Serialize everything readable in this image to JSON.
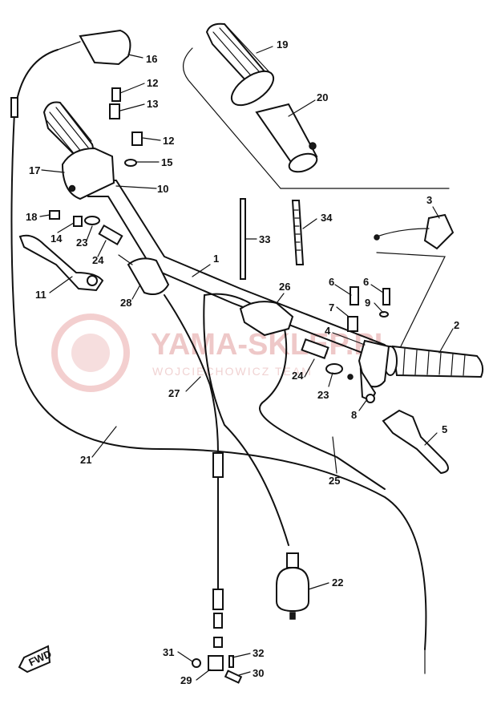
{
  "watermark": {
    "brand": "YAMA-SKLEP.PL",
    "subtitle": "WOJCIECHOWICZ TEAM"
  },
  "direction_marker": "FWD",
  "callouts": {
    "p1": "1",
    "p2": "2",
    "p3": "3",
    "p4": "4",
    "p5": "5",
    "p6a": "6",
    "p6b": "6",
    "p7": "7",
    "p8": "8",
    "p9": "9",
    "p10": "10",
    "p11": "11",
    "p12a": "12",
    "p12b": "12",
    "p13": "13",
    "p14": "14",
    "p15": "15",
    "p16": "16",
    "p17": "17",
    "p18": "18",
    "p19": "19",
    "p20": "20",
    "p21": "21",
    "p22": "22",
    "p23a": "23",
    "p23b": "23",
    "p24a": "24",
    "p24b": "24",
    "p25": "25",
    "p26": "26",
    "p27": "27",
    "p28": "28",
    "p29": "29",
    "p30": "30",
    "p31": "31",
    "p32": "32",
    "p33": "33",
    "p34": "34"
  },
  "colors": {
    "ink": "#111111",
    "watermark": "#e9b6b6"
  }
}
